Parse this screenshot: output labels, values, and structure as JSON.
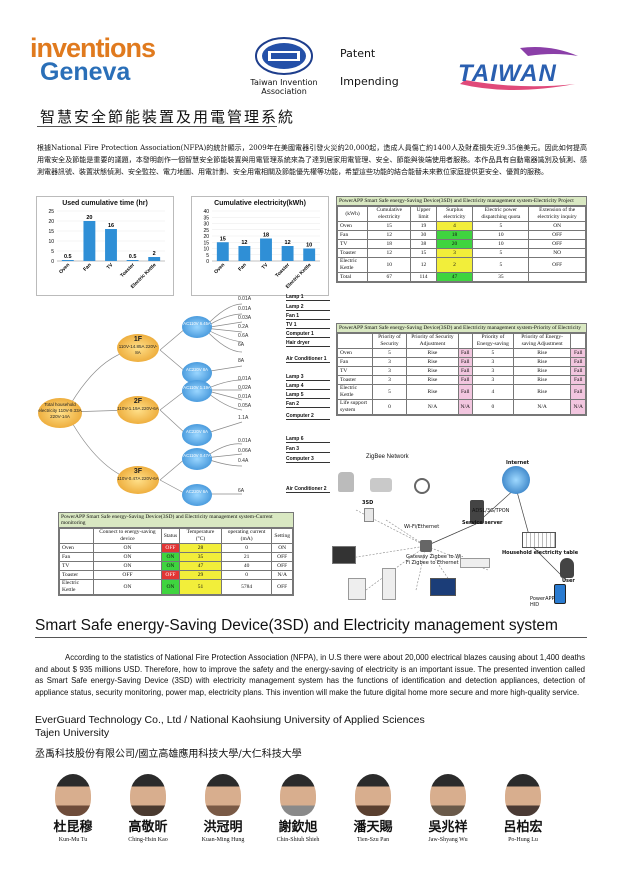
{
  "header": {
    "logo_inventions": "inventions",
    "logo_geneva": "Geneva",
    "assoc_line1": "Taiwan Invention",
    "assoc_line2": "Association",
    "patent": "Patent",
    "pending": "Impending",
    "taiwan_logo": "TAIWAN"
  },
  "zh_title": "智慧安全節能裝置及用電管理系統",
  "zh_body": "根據National Fire Protection Association(NFPA)的統計顯示，2009年在美國電器引發火災約20,000起，造成人員傷亡約1400人及財產損失近9.35億美元。因此如何提高用電安全及節能是重要的議題，本發明創作一個智慧安全節能裝置與用電管理系統來為了達到居家用電管理、安全、節能與後端使用者服務。本作品具有自動電器識別及偵測、感測電器訊號、裝置狀態偵測、安全監控、電力地圖、用電計劃、安全用電相關及節能優先權等功能，希望這些功能的結合能替未來數位家庭提供更安全、優質的服務。",
  "chart_data": [
    {
      "type": "bar",
      "title": "Used cumulative time (hr)",
      "categories": [
        "Oven",
        "Fan",
        "TV",
        "Toaster",
        "Electric Kettle"
      ],
      "values": [
        0.5,
        20,
        16,
        0.5,
        2
      ],
      "ylim": [
        0,
        25
      ],
      "yticks": [
        0,
        5,
        10,
        15,
        20,
        25
      ],
      "color": "#2f8fd6"
    },
    {
      "type": "bar",
      "title": "Cumulative electricity(kWh)",
      "categories": [
        "Oven",
        "Fan",
        "TV",
        "Toaster",
        "Electric Kettle"
      ],
      "values": [
        15,
        12,
        18,
        12,
        10
      ],
      "ylim": [
        0,
        40
      ],
      "yticks": [
        0,
        5,
        10,
        15,
        20,
        25,
        30,
        35,
        40
      ],
      "color": "#2f8fd6"
    }
  ],
  "tree": {
    "root": "Total household electricity 110V-9.33A 220V-14A",
    "floors": [
      {
        "label": "1F",
        "sub": "110V-14.85A 220V-8A"
      },
      {
        "label": "2F",
        "sub": "110V-1.19A 220V-6A"
      },
      {
        "label": "3F",
        "sub": "110V-0.47A 220V-6A"
      }
    ],
    "circuits": [
      {
        "label": "AC110V 6.45A"
      },
      {
        "label": "AC220V 8A"
      },
      {
        "label": "AC110V 1.19A"
      },
      {
        "label": "AC220V 6A"
      },
      {
        "label": "AC110V 0.47A"
      },
      {
        "label": "AC220V 6A"
      }
    ],
    "loads": [
      {
        "name": "Lamp 1",
        "amp": "0.01A"
      },
      {
        "name": "Lamp 2",
        "amp": "0.01A"
      },
      {
        "name": "Fan 1",
        "amp": "0.03A"
      },
      {
        "name": "TV 1",
        "amp": "0.2A"
      },
      {
        "name": "Computer 1",
        "amp": "0.6A"
      },
      {
        "name": "Hair dryer",
        "amp": "6A"
      },
      {
        "name": "Air Conditioner 1",
        "amp": "8A"
      },
      {
        "name": "Lamp 3",
        "amp": "0.01A"
      },
      {
        "name": "Lamp 4",
        "amp": "0.02A"
      },
      {
        "name": "Lamp 5",
        "amp": "0.01A"
      },
      {
        "name": "Fan 2",
        "amp": "0.05A"
      },
      {
        "name": "Computer 2",
        "amp": "1.1A"
      },
      {
        "name": "Lamp 6",
        "amp": "0.01A"
      },
      {
        "name": "Fan 3",
        "amp": "0.06A"
      },
      {
        "name": "Computer 3",
        "amp": "0.4A"
      },
      {
        "name": "Air Conditioner 2",
        "amp": "6A"
      }
    ]
  },
  "table_project": {
    "title": "PowerAPP Smart Safe energy-Saving Device(3SD) and Electricity management system-Electricity Project",
    "headers": [
      "(kWh)",
      "Cumulative electricity",
      "Upper limit",
      "Surplus electricity",
      "Electric power dispatching quota",
      "Extension of the electricity inquiry"
    ],
    "rows": [
      [
        "Oven",
        "15",
        "19",
        "4",
        "5",
        "ON"
      ],
      [
        "Fan",
        "12",
        "30",
        "18",
        "10",
        "OFF"
      ],
      [
        "TV",
        "18",
        "38",
        "20",
        "10",
        "OFF"
      ],
      [
        "Toaster",
        "12",
        "15",
        "3",
        "5",
        "NO"
      ],
      [
        "Electric Kettle",
        "10",
        "12",
        "2",
        "5",
        "OFF"
      ],
      [
        "Total",
        "67",
        "114",
        "47",
        "35",
        ""
      ]
    ]
  },
  "table_priority": {
    "title": "PowerAPP Smart Safe energy-Saving Device(3SD) and Electricity management system-Priority of Electricity",
    "headers": [
      "",
      "Priority of Security",
      "Priority of Security Adjustment",
      "",
      "Priority of Energy-saving",
      "Priority of Energy-saving Adjustment",
      ""
    ],
    "rows": [
      [
        "Oven",
        "5",
        "Rise",
        "Fall",
        "5",
        "Rise",
        "Fall"
      ],
      [
        "Fan",
        "3",
        "Rise",
        "Fall",
        "3",
        "Rise",
        "Fall"
      ],
      [
        "TV",
        "3",
        "Rise",
        "Fall",
        "3",
        "Rise",
        "Fall"
      ],
      [
        "Toaster",
        "3",
        "Rise",
        "Fall",
        "3",
        "Rise",
        "Fall"
      ],
      [
        "Electric Kettle",
        "5",
        "Rise",
        "Fall",
        "4",
        "Rise",
        "Fall"
      ],
      [
        "Life support system",
        "0",
        "N/A",
        "N/A",
        "0",
        "N/A",
        "N/A"
      ]
    ]
  },
  "table_monitor": {
    "title": "PowerAPP Smart Safe energy-Saving Device(3SD) and Electricity management system-Current monitoring",
    "headers": [
      "",
      "Connect to energy-saving device",
      "Status",
      "Temperature (°C)",
      "operating current (mA)",
      "Setting"
    ],
    "rows": [
      [
        "Oven",
        "ON",
        "OFF",
        "28",
        "0",
        "ON"
      ],
      [
        "Fan",
        "ON",
        "ON",
        "35",
        "21",
        "OFF"
      ],
      [
        "TV",
        "ON",
        "ON",
        "47",
        "40",
        "OFF"
      ],
      [
        "Toaster",
        "OFF",
        "OFF",
        "29",
        "0",
        "N/A"
      ],
      [
        "Electric Kettle",
        "ON",
        "ON",
        "51",
        "5784",
        "OFF"
      ]
    ]
  },
  "network": {
    "title": "ZigBee Network",
    "internet": "Internet",
    "adsl": "ADSL/3G/TPON",
    "service": "Service server",
    "wifi": "Wi-Fi/Ethernet",
    "gateway": "Gateway Zigbee to Wi-Fi Zigbee to Ethernet",
    "household": "Household electricity table",
    "sd": "3SD",
    "user": "User",
    "app": "PowerAPP HID"
  },
  "en_title": "Smart Safe energy-Saving Device(3SD)  and Electricity management system",
  "en_body": "According to the statistics of National Fire Protection Association (NFPA), in U.S there were about 20,000 electrical blazes causing about 1,400 deaths and about $ 935 millions USD. Therefore, how to improve the safety and the energy-saving of electricity is an important issue. The presented invention called as Smart Safe energy-Saving Device (3SD) with electricity management system has the functions of identification and detection appliances, detection of appliance status, security monitoring, power map, electricity plans. This invention will make the future digital home more secure and more high-quality service.",
  "org": {
    "line1": "EverGuard Technology Co., Ltd / National Kaohsiung University of Applied Sciences",
    "line2": "Tajen University",
    "zh": "丞禹科技股份有限公司/國立高雄應用科技大學/大仁科技大學"
  },
  "people": [
    {
      "zh": "杜昆穆",
      "en": "Kun-Mu Tu"
    },
    {
      "zh": "高敬昕",
      "en": "Ching-Hsin Kao"
    },
    {
      "zh": "洪冠明",
      "en": "Kuan-Ming Hung"
    },
    {
      "zh": "謝欽旭",
      "en": "Chin-Shiuh Shieh"
    },
    {
      "zh": "潘天賜",
      "en": "Tien-Szu Pan"
    },
    {
      "zh": "吳兆祥",
      "en": "Jaw-Shyang Wu"
    },
    {
      "zh": "呂柏宏",
      "en": "Po-Hung Lu"
    }
  ]
}
